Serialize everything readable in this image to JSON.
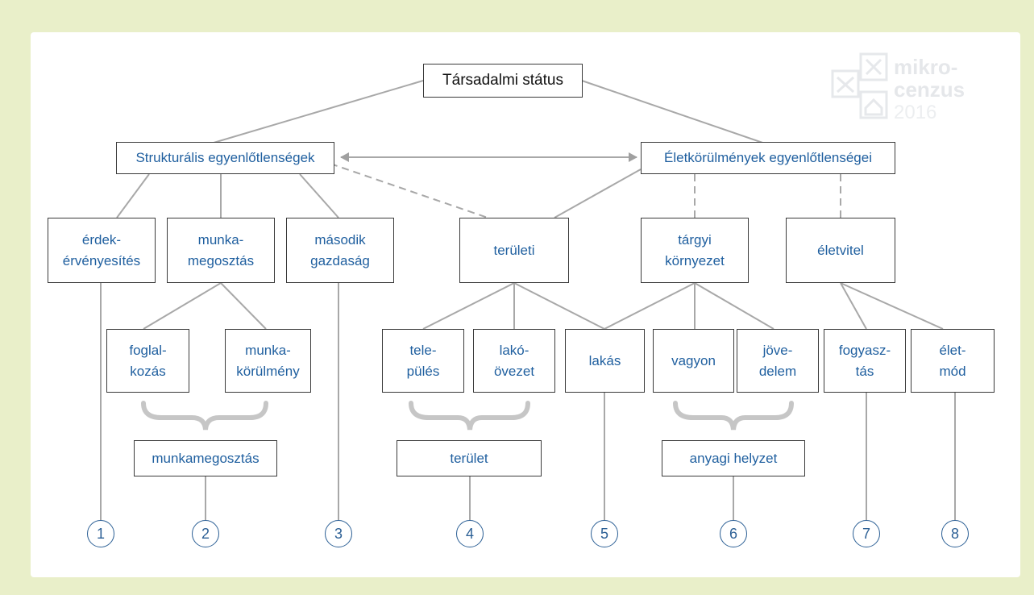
{
  "root": "Társadalmi státus",
  "level1": {
    "left": "Strukturális egyenlőtlenségek",
    "right": "Életkörülmények egyenlőtlenségei"
  },
  "level2": [
    [
      "érdek-",
      "érvényesítés"
    ],
    [
      "munka-",
      "megosztás"
    ],
    [
      "második",
      "gazdaság"
    ],
    [
      "területi"
    ],
    [
      "tárgyi",
      "környezet"
    ],
    [
      "életvitel"
    ]
  ],
  "level3": [
    [
      "foglal-",
      "kozás"
    ],
    [
      "munka-",
      "körülmény"
    ],
    [
      "tele-",
      "pülés"
    ],
    [
      "lakó-",
      "övezet"
    ],
    [
      "lakás"
    ],
    [
      "vagyon"
    ],
    [
      "jöve-",
      "delem"
    ],
    [
      "fogyasz-",
      "tás"
    ],
    [
      "élet-",
      "mód"
    ]
  ],
  "groups": {
    "g1": "munkamegosztás",
    "g2": "terület",
    "g3": "anyagi helyzet"
  },
  "numbers": [
    "1",
    "2",
    "3",
    "4",
    "5",
    "6",
    "7",
    "8"
  ],
  "logo": {
    "line1": "mikro-",
    "line2": "cenzus",
    "year": "2016"
  },
  "colors": {
    "background": "#e9efc9",
    "text_blue": "#1f5f9f",
    "line_gray": "#a8a8a8",
    "brace_gray": "#c4c4c4"
  }
}
